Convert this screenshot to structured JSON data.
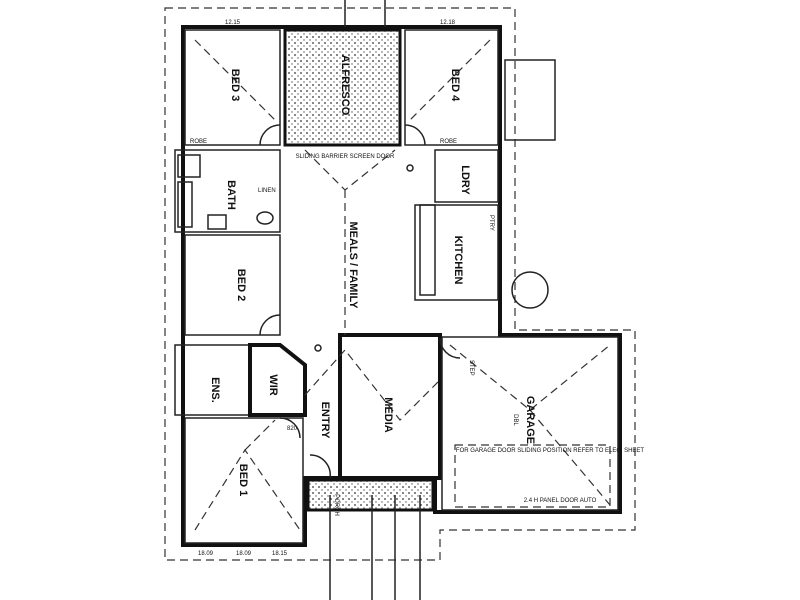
{
  "rooms": {
    "bed3": "BED 3",
    "alfresco": "ALFRESCO",
    "bed4": "BED 4",
    "bath": "BATH",
    "laundry": "LDRY",
    "kitchen": "KITCHEN",
    "meals_family": "MEALS / FAMILY",
    "bed2": "BED 2",
    "ensuite": "ENS.",
    "wir": "WIR",
    "entry": "ENTRY",
    "media": "MEDIA",
    "garage": "GARAGE",
    "garage_sub": "DBL",
    "bed1": "BED 1",
    "porch": "PORCH"
  },
  "notes": {
    "sliding_door": "SLIDING BARRIER SCREEN DOOR",
    "garage_door": "FOR GARAGE DOOR SLIDING POSITION REFER TO ELEC. SHEET",
    "panel_door": "2.4 H PANEL DOOR AUTO",
    "robe": "ROBE",
    "linen": "LINEN",
    "pantry": "PTRY",
    "step": "STEP",
    "window_1": "12.15",
    "window_2": "12.18",
    "window_3": "18.09",
    "window_4": "18.09",
    "window_5": "18.15",
    "door_820": "820"
  },
  "colors": {
    "line": "#111111",
    "background": "#ffffff"
  }
}
